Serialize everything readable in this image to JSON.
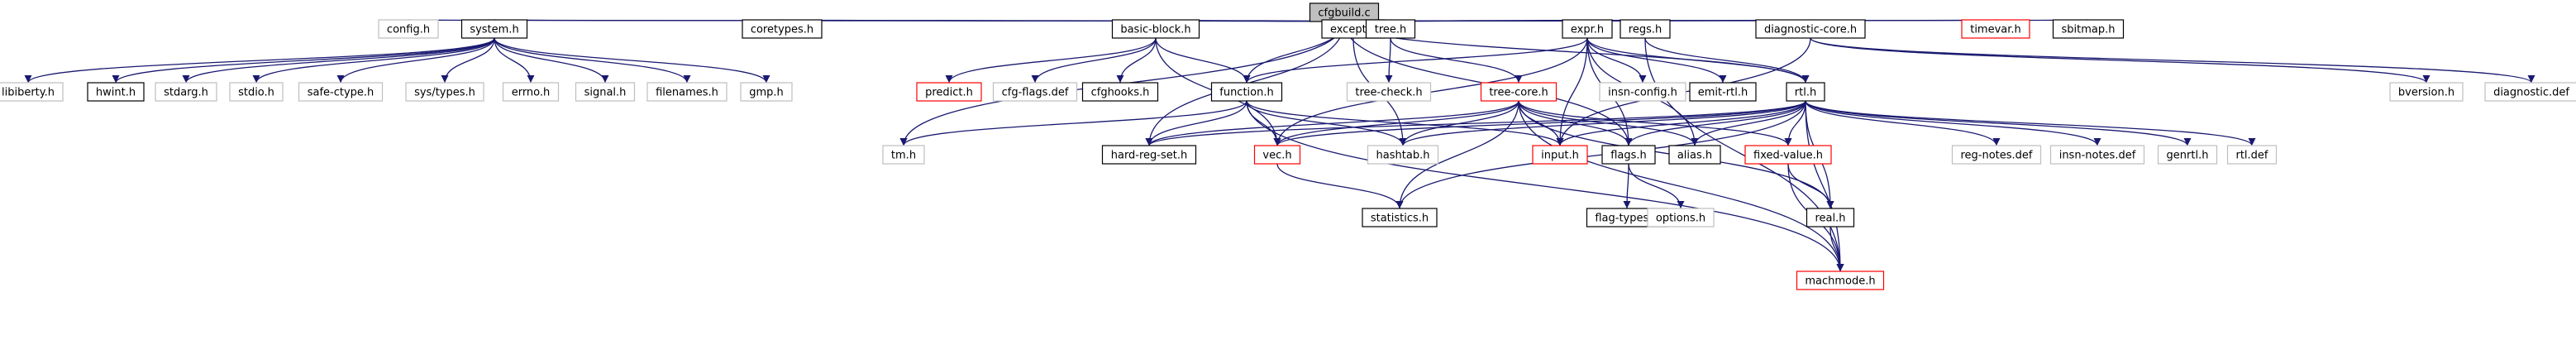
{
  "graph": {
    "nodes": [
      {
        "id": "cfgbuild",
        "label": "cfgbuild.c",
        "style": "root"
      },
      {
        "id": "config",
        "label": "config.h",
        "style": "gray"
      },
      {
        "id": "system",
        "label": "system.h",
        "style": "black"
      },
      {
        "id": "coretypes",
        "label": "coretypes.h",
        "style": "black"
      },
      {
        "id": "basicblock",
        "label": "basic-block.h",
        "style": "black"
      },
      {
        "id": "except",
        "label": "except.h",
        "style": "black"
      },
      {
        "id": "tree",
        "label": "tree.h",
        "style": "black"
      },
      {
        "id": "expr",
        "label": "expr.h",
        "style": "black"
      },
      {
        "id": "regs",
        "label": "regs.h",
        "style": "black"
      },
      {
        "id": "diagcore",
        "label": "diagnostic-core.h",
        "style": "black"
      },
      {
        "id": "timevar",
        "label": "timevar.h",
        "style": "red"
      },
      {
        "id": "sbitmap",
        "label": "sbitmap.h",
        "style": "black"
      },
      {
        "id": "libiberty",
        "label": "libiberty.h",
        "style": "gray"
      },
      {
        "id": "hwint",
        "label": "hwint.h",
        "style": "black"
      },
      {
        "id": "stdarg",
        "label": "stdarg.h",
        "style": "gray"
      },
      {
        "id": "stdio",
        "label": "stdio.h",
        "style": "gray"
      },
      {
        "id": "safectype",
        "label": "safe-ctype.h",
        "style": "gray"
      },
      {
        "id": "systypes",
        "label": "sys/types.h",
        "style": "gray"
      },
      {
        "id": "errno",
        "label": "errno.h",
        "style": "gray"
      },
      {
        "id": "signal",
        "label": "signal.h",
        "style": "gray"
      },
      {
        "id": "filenames",
        "label": "filenames.h",
        "style": "gray"
      },
      {
        "id": "gmp",
        "label": "gmp.h",
        "style": "gray"
      },
      {
        "id": "predict",
        "label": "predict.h",
        "style": "red"
      },
      {
        "id": "cfgflags",
        "label": "cfg-flags.def",
        "style": "gray"
      },
      {
        "id": "cfghooks",
        "label": "cfghooks.h",
        "style": "black"
      },
      {
        "id": "function",
        "label": "function.h",
        "style": "black"
      },
      {
        "id": "treecheck",
        "label": "tree-check.h",
        "style": "gray"
      },
      {
        "id": "treecore",
        "label": "tree-core.h",
        "style": "red"
      },
      {
        "id": "insnconfig",
        "label": "insn-config.h",
        "style": "gray"
      },
      {
        "id": "emitrtl",
        "label": "emit-rtl.h",
        "style": "black"
      },
      {
        "id": "rtl",
        "label": "rtl.h",
        "style": "black"
      },
      {
        "id": "bversion",
        "label": "bversion.h",
        "style": "gray"
      },
      {
        "id": "diagdef",
        "label": "diagnostic.def",
        "style": "gray"
      },
      {
        "id": "tm",
        "label": "tm.h",
        "style": "gray"
      },
      {
        "id": "hardregset",
        "label": "hard-reg-set.h",
        "style": "black"
      },
      {
        "id": "vec",
        "label": "vec.h",
        "style": "red"
      },
      {
        "id": "hashtab",
        "label": "hashtab.h",
        "style": "gray"
      },
      {
        "id": "input",
        "label": "input.h",
        "style": "red"
      },
      {
        "id": "flags",
        "label": "flags.h",
        "style": "black"
      },
      {
        "id": "alias",
        "label": "alias.h",
        "style": "black"
      },
      {
        "id": "fixedvalue",
        "label": "fixed-value.h",
        "style": "red"
      },
      {
        "id": "regnotes",
        "label": "reg-notes.def",
        "style": "gray"
      },
      {
        "id": "insnnotes",
        "label": "insn-notes.def",
        "style": "gray"
      },
      {
        "id": "genrtl",
        "label": "genrtl.h",
        "style": "gray"
      },
      {
        "id": "rtldef",
        "label": "rtl.def",
        "style": "gray"
      },
      {
        "id": "statistics",
        "label": "statistics.h",
        "style": "black"
      },
      {
        "id": "flagtypes",
        "label": "flag-types.h",
        "style": "black"
      },
      {
        "id": "options",
        "label": "options.h",
        "style": "gray"
      },
      {
        "id": "real",
        "label": "real.h",
        "style": "black"
      },
      {
        "id": "machmode",
        "label": "machmode.h",
        "style": "red"
      }
    ],
    "edges": [
      [
        "cfgbuild",
        "config"
      ],
      [
        "cfgbuild",
        "system"
      ],
      [
        "cfgbuild",
        "coretypes"
      ],
      [
        "cfgbuild",
        "basicblock"
      ],
      [
        "cfgbuild",
        "except"
      ],
      [
        "cfgbuild",
        "tree"
      ],
      [
        "cfgbuild",
        "expr"
      ],
      [
        "cfgbuild",
        "regs"
      ],
      [
        "cfgbuild",
        "diagcore"
      ],
      [
        "cfgbuild",
        "timevar"
      ],
      [
        "cfgbuild",
        "sbitmap"
      ],
      [
        "cfgbuild",
        "tm"
      ],
      [
        "cfgbuild",
        "hardregset"
      ],
      [
        "cfgbuild",
        "function"
      ],
      [
        "cfgbuild",
        "rtl"
      ],
      [
        "cfgbuild",
        "flags"
      ],
      [
        "system",
        "libiberty"
      ],
      [
        "system",
        "hwint"
      ],
      [
        "system",
        "stdarg"
      ],
      [
        "system",
        "stdio"
      ],
      [
        "system",
        "safectype"
      ],
      [
        "system",
        "systypes"
      ],
      [
        "system",
        "errno"
      ],
      [
        "system",
        "signal"
      ],
      [
        "system",
        "filenames"
      ],
      [
        "system",
        "gmp"
      ],
      [
        "basicblock",
        "predict"
      ],
      [
        "basicblock",
        "cfgflags"
      ],
      [
        "basicblock",
        "cfghooks"
      ],
      [
        "basicblock",
        "function"
      ],
      [
        "basicblock",
        "vec"
      ],
      [
        "except",
        "hashtab"
      ],
      [
        "tree",
        "treecheck"
      ],
      [
        "tree",
        "treecore"
      ],
      [
        "expr",
        "function"
      ],
      [
        "expr",
        "insnconfig"
      ],
      [
        "expr",
        "emitrtl"
      ],
      [
        "expr",
        "rtl"
      ],
      [
        "expr",
        "alias"
      ],
      [
        "expr",
        "flags"
      ],
      [
        "expr",
        "input"
      ],
      [
        "expr",
        "vec"
      ],
      [
        "regs",
        "rtl"
      ],
      [
        "regs",
        "machmode"
      ],
      [
        "diagcore",
        "input"
      ],
      [
        "diagcore",
        "bversion"
      ],
      [
        "diagcore",
        "diagdef"
      ],
      [
        "function",
        "tm"
      ],
      [
        "function",
        "hardregset"
      ],
      [
        "function",
        "vec"
      ],
      [
        "function",
        "hashtab"
      ],
      [
        "function",
        "input"
      ],
      [
        "function",
        "machmode"
      ],
      [
        "treecore",
        "hashtab"
      ],
      [
        "treecore",
        "machmode"
      ],
      [
        "treecore",
        "input"
      ],
      [
        "treecore",
        "statistics"
      ],
      [
        "treecore",
        "vec"
      ],
      [
        "treecore",
        "flags"
      ],
      [
        "treecore",
        "alias"
      ],
      [
        "treecore",
        "fixedvalue"
      ],
      [
        "treecore",
        "real"
      ],
      [
        "treecore",
        "hardregset"
      ],
      [
        "rtl",
        "alias"
      ],
      [
        "rtl",
        "flags"
      ],
      [
        "rtl",
        "input"
      ],
      [
        "rtl",
        "vec"
      ],
      [
        "rtl",
        "hashtab"
      ],
      [
        "rtl",
        "hardregset"
      ],
      [
        "rtl",
        "fixedvalue"
      ],
      [
        "rtl",
        "regnotes"
      ],
      [
        "rtl",
        "insnnotes"
      ],
      [
        "rtl",
        "genrtl"
      ],
      [
        "rtl",
        "rtldef"
      ],
      [
        "rtl",
        "statistics"
      ],
      [
        "rtl",
        "real"
      ],
      [
        "rtl",
        "machmode"
      ],
      [
        "vec",
        "statistics"
      ],
      [
        "flags",
        "flagtypes"
      ],
      [
        "flags",
        "options"
      ],
      [
        "fixedvalue",
        "real"
      ],
      [
        "fixedvalue",
        "machmode"
      ],
      [
        "real",
        "machmode"
      ]
    ]
  },
  "colors": {
    "edge": "#191970",
    "root_fill": "#bfbfbf",
    "black_border": "#000000",
    "gray_border": "#bfbfbf",
    "red_border": "#ff0000",
    "text": "#000000"
  }
}
